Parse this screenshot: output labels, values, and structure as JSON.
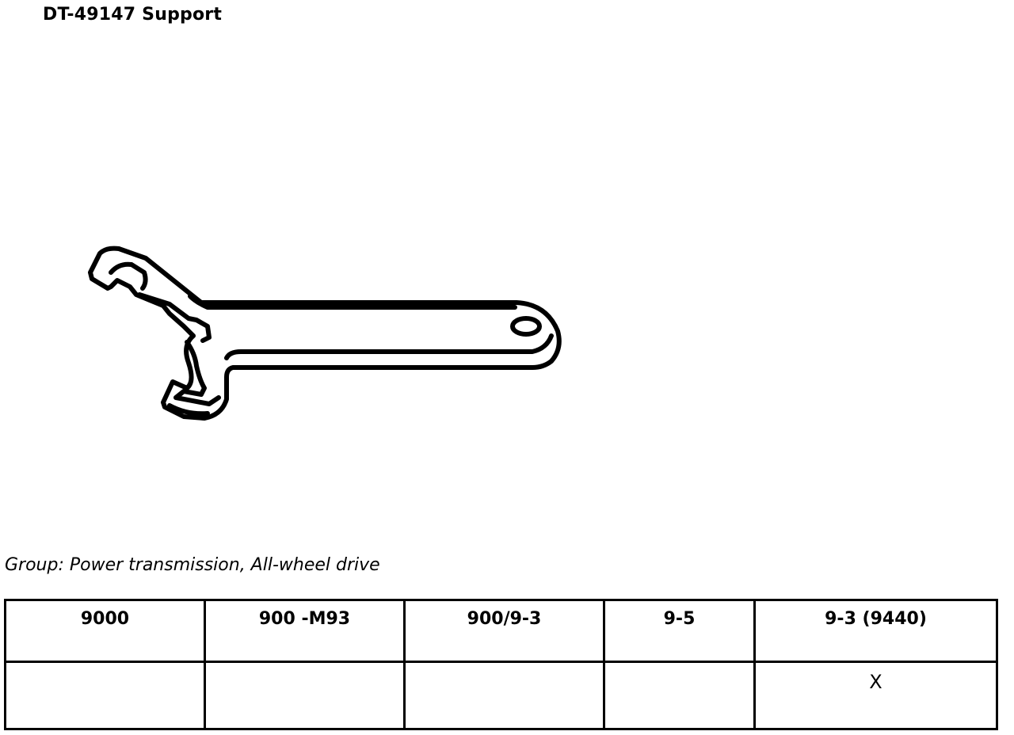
{
  "document": {
    "title": "DT-49147 Support",
    "group_line": "Group: Power transmission, All-wheel drive"
  },
  "illustration": {
    "icon": "support-wrench-icon"
  },
  "table": {
    "headers": [
      "9000",
      "900 -M93",
      "900/9-3",
      "9-5",
      "9-3 (9440)"
    ],
    "row": [
      "",
      "",
      "",
      "",
      "X"
    ]
  },
  "colors": {
    "ink": "#000000",
    "background": "#ffffff"
  }
}
